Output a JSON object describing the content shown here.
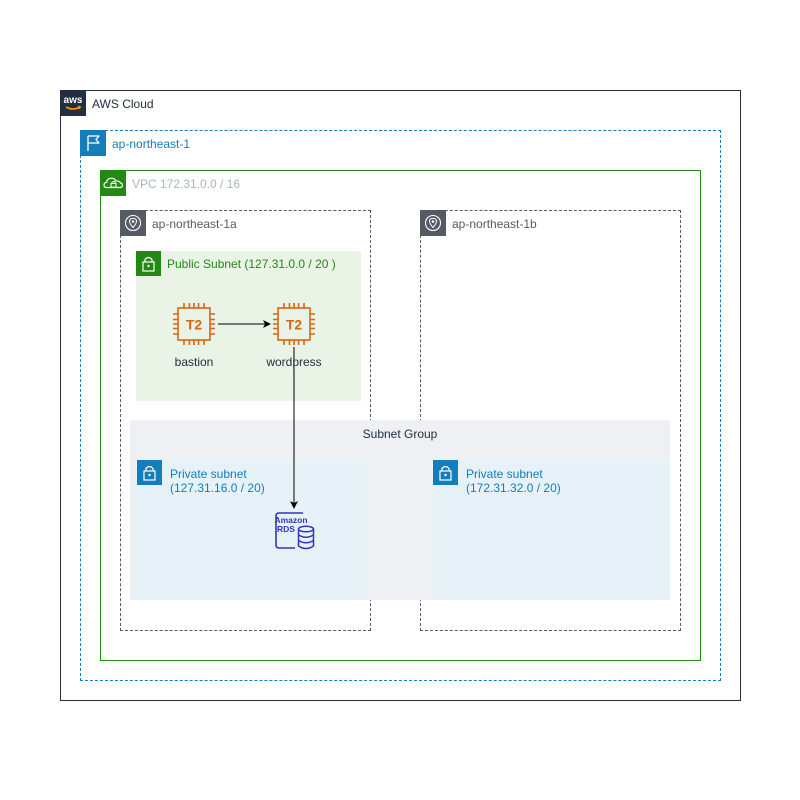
{
  "cloud": {
    "label": "AWS Cloud",
    "logo_text": "aws",
    "color": "#232f3e"
  },
  "region": {
    "label": "ap-northeast-1",
    "color": "#147eba"
  },
  "vpc": {
    "label": "VPC 172.31.0.0 / 16",
    "color": "#248814"
  },
  "availability_zones": [
    {
      "label": "ap-northeast-1a"
    },
    {
      "label": "ap-northeast-1b"
    }
  ],
  "public_subnet": {
    "label": "Public Subnet (127.31.0.0 / 20 )"
  },
  "instances": [
    {
      "name": "bastion",
      "type": "T2"
    },
    {
      "name": "wordpress",
      "type": "T2"
    }
  ],
  "subnet_group": {
    "label": "Subnet Group"
  },
  "private_subnets": [
    {
      "title": "Private subnet",
      "cidr": "(127.31.16.0 / 20)"
    },
    {
      "title": "Private subnet",
      "cidr": "(172.31.32.0 / 20)"
    }
  ],
  "database": {
    "line1": "Amazon",
    "line2": "RDS"
  },
  "connections": [
    {
      "from": "bastion",
      "to": "wordpress"
    },
    {
      "from": "wordpress",
      "to": "Amazon RDS"
    }
  ],
  "colors": {
    "ec2": "#d86613",
    "rds": "#3334b9",
    "private_subnet": "#147eba",
    "public_subnet": "#248814"
  }
}
